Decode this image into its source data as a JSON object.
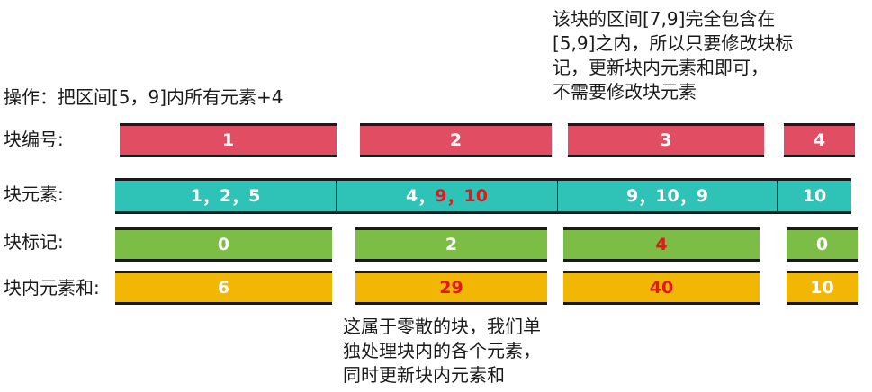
{
  "annotations": {
    "operation": "操作：把区间[5，9]内所有元素+4",
    "block3_note": "该块的区间[7,9]完全包含在\n[5,9]之内，所以只要修改块标\n记，更新块内元素和即可，\n不需要修改块元素",
    "partial_note": "这属于零散的块，我们单\n独处理块内的各个元素，\n同时更新块内元素和"
  },
  "rows": {
    "block_id_label": "块编号:",
    "elements_label": "块元素:",
    "tag_label": "块标记:",
    "sum_label": "块内元素和:"
  },
  "blocks": [
    {
      "id": "1",
      "elements": [
        {
          "v": "1"
        },
        {
          "v": "2"
        },
        {
          "v": "5"
        }
      ],
      "tag": "0",
      "sum": "6",
      "tag_changed": false,
      "sum_changed": false
    },
    {
      "id": "2",
      "elements": [
        {
          "v": "4"
        },
        {
          "v": "9",
          "changed": true
        },
        {
          "v": "10",
          "changed": true
        }
      ],
      "tag": "2",
      "sum": "29",
      "tag_changed": false,
      "sum_changed": true
    },
    {
      "id": "3",
      "elements": [
        {
          "v": "9"
        },
        {
          "v": "10"
        },
        {
          "v": "9"
        }
      ],
      "tag": "4",
      "sum": "40",
      "tag_changed": true,
      "sum_changed": true
    },
    {
      "id": "4",
      "elements": [
        {
          "v": "10"
        }
      ],
      "tag": "0",
      "sum": "10",
      "tag_changed": false,
      "sum_changed": false
    }
  ],
  "separator": "，",
  "colors": {
    "block_id": "#e14d63",
    "elements": "#2fc2b6",
    "tag": "#7bbd45",
    "sum": "#f2b705",
    "changed_text": "#e8161c"
  }
}
